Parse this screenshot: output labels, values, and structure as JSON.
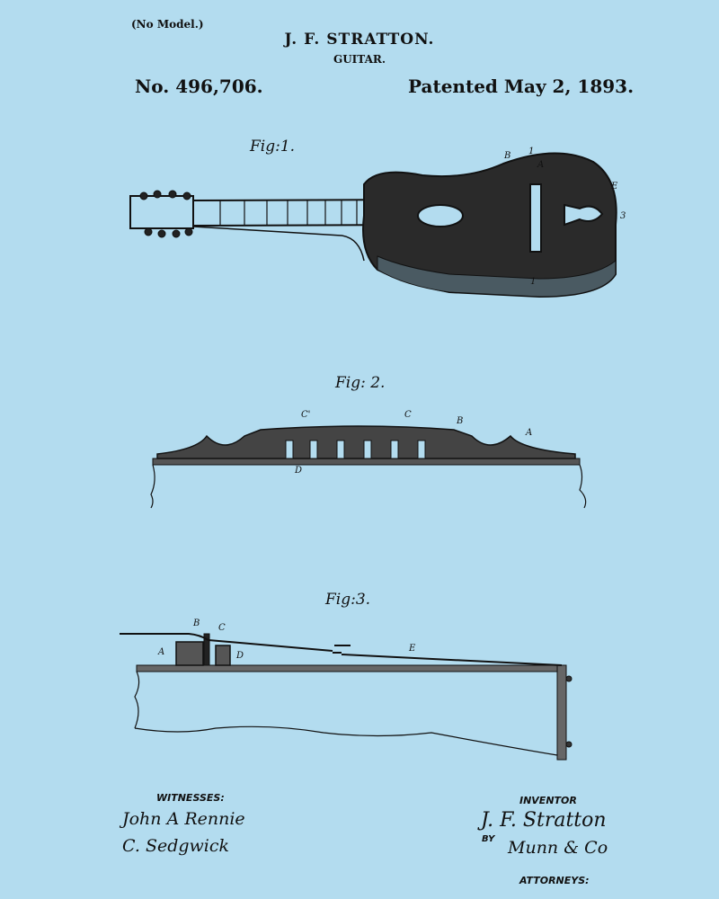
{
  "header": {
    "no_model": "(No Model.)",
    "inventor": "J. F. STRATTON.",
    "title": "GUITAR.",
    "patent_number": "No. 496,706.",
    "patent_date": "Patented May 2, 1893."
  },
  "figures": {
    "fig1": {
      "label": "Fig:1.",
      "parts": {
        "b": "B",
        "one_top": "1",
        "a": "A",
        "e": "E",
        "three": "3",
        "one_bottom": "1"
      }
    },
    "fig2": {
      "label": "Fig: 2.",
      "parts": {
        "c_prime": "C'",
        "c": "C",
        "b": "B",
        "a": "A",
        "d": "D"
      }
    },
    "fig3": {
      "label": "Fig:3.",
      "parts": {
        "b": "B",
        "c": "C",
        "a": "A",
        "d": "D",
        "e": "E"
      }
    }
  },
  "footer": {
    "witnesses_label": "WITNESSES:",
    "witness1": "John A Rennie",
    "witness2": "C. Sedgwick",
    "inventor_label": "INVENTOR",
    "inventor_signature": "J. F. Stratton",
    "by": "BY",
    "attorneys_signature": "Munn & Co",
    "attorneys_label": "ATTORNEYS:"
  },
  "colors": {
    "background": "#b3dcef",
    "ink": "#111111"
  }
}
